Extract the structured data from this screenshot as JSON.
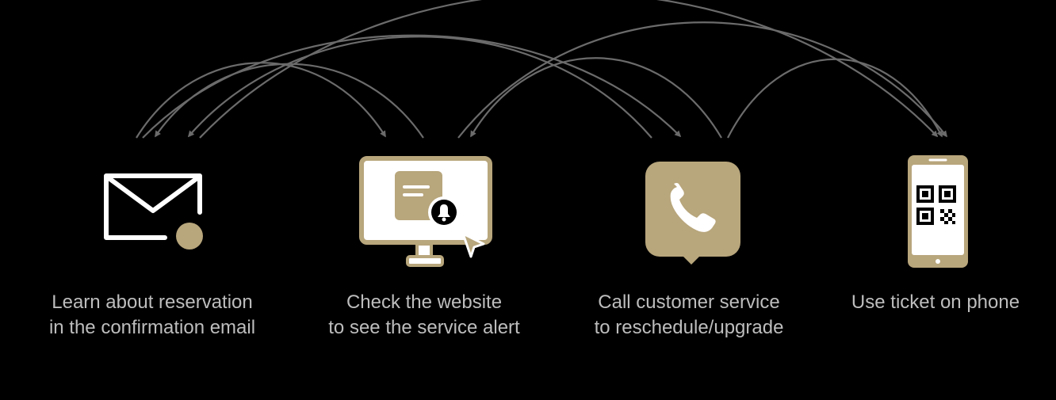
{
  "colors": {
    "background": "#000000",
    "accent": "#b8a67c",
    "white": "#ffffff",
    "arrow": "#6b6b6b",
    "caption": "#bdbdbd"
  },
  "steps": [
    {
      "id": "email",
      "icon": "envelope-notification-icon",
      "caption_line1": "Learn about reservation",
      "caption_line2": "in the confirmation email"
    },
    {
      "id": "website",
      "icon": "monitor-alert-icon",
      "caption_line1": "Check the website",
      "caption_line2": "to see the service alert"
    },
    {
      "id": "call",
      "icon": "phone-chat-bubble-icon",
      "caption_line1": "Call customer service",
      "caption_line2": "to reschedule/upgrade"
    },
    {
      "id": "ticket",
      "icon": "smartphone-qr-icon",
      "caption_line1": "Use ticket on phone",
      "caption_line2": ""
    }
  ],
  "connections": [
    {
      "from": "email",
      "to": "website"
    },
    {
      "from": "website",
      "to": "email"
    },
    {
      "from": "email",
      "to": "call"
    },
    {
      "from": "call",
      "to": "email"
    },
    {
      "from": "email",
      "to": "ticket"
    },
    {
      "from": "call",
      "to": "website"
    },
    {
      "from": "website",
      "to": "ticket"
    },
    {
      "from": "call",
      "to": "ticket"
    }
  ]
}
